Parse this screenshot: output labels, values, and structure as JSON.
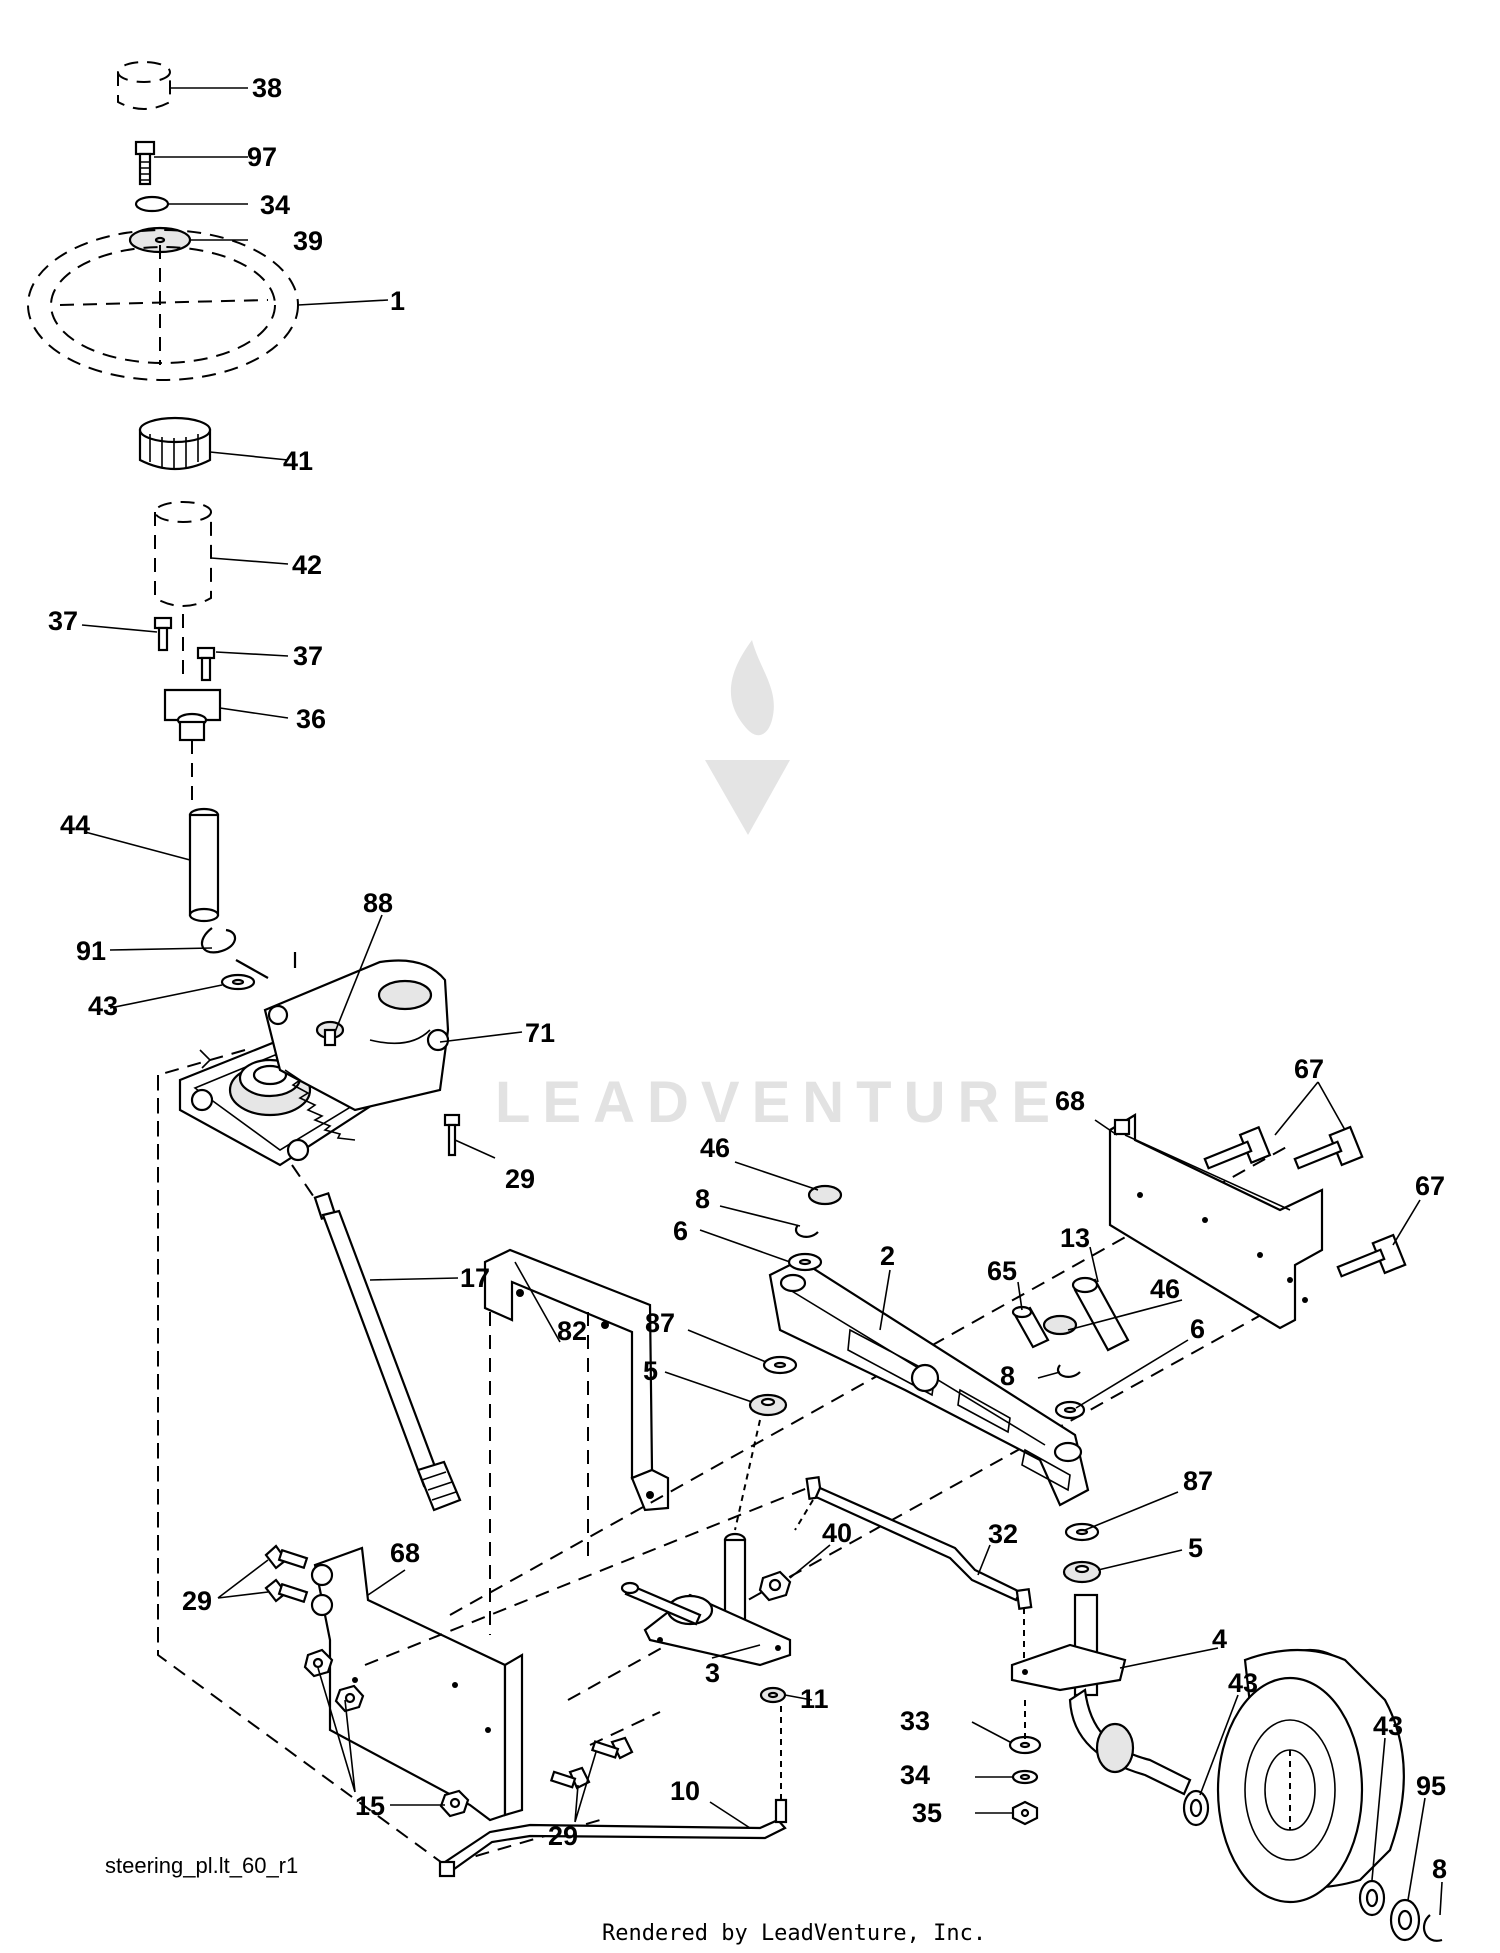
{
  "diagram": {
    "caption": "steering_pl.lt_60_r1",
    "footer": "Rendered by LeadVenture, Inc.",
    "watermark": "LEADVENTURE",
    "callouts": [
      {
        "id": "c38",
        "label": "38"
      },
      {
        "id": "c97",
        "label": "97"
      },
      {
        "id": "c34a",
        "label": "34"
      },
      {
        "id": "c39",
        "label": "39"
      },
      {
        "id": "c1",
        "label": "1"
      },
      {
        "id": "c41",
        "label": "41"
      },
      {
        "id": "c42",
        "label": "42"
      },
      {
        "id": "c37a",
        "label": "37"
      },
      {
        "id": "c37b",
        "label": "37"
      },
      {
        "id": "c36",
        "label": "36"
      },
      {
        "id": "c44",
        "label": "44"
      },
      {
        "id": "c88",
        "label": "88"
      },
      {
        "id": "c91",
        "label": "91"
      },
      {
        "id": "c43a",
        "label": "43"
      },
      {
        "id": "c71",
        "label": "71"
      },
      {
        "id": "c29a",
        "label": "29"
      },
      {
        "id": "c68a",
        "label": "68"
      },
      {
        "id": "c67a",
        "label": "67"
      },
      {
        "id": "c67b",
        "label": "67"
      },
      {
        "id": "c46a",
        "label": "46"
      },
      {
        "id": "c8a",
        "label": "8"
      },
      {
        "id": "c6a",
        "label": "6"
      },
      {
        "id": "c13",
        "label": "13"
      },
      {
        "id": "c2",
        "label": "2"
      },
      {
        "id": "c65",
        "label": "65"
      },
      {
        "id": "c46b",
        "label": "46"
      },
      {
        "id": "c6b",
        "label": "6"
      },
      {
        "id": "c87a",
        "label": "87"
      },
      {
        "id": "c17",
        "label": "17"
      },
      {
        "id": "c82",
        "label": "82"
      },
      {
        "id": "c5a",
        "label": "5"
      },
      {
        "id": "c8b",
        "label": "8"
      },
      {
        "id": "c87b",
        "label": "87"
      },
      {
        "id": "c40",
        "label": "40"
      },
      {
        "id": "c32",
        "label": "32"
      },
      {
        "id": "c5b",
        "label": "5"
      },
      {
        "id": "c68b",
        "label": "68"
      },
      {
        "id": "c29b",
        "label": "29"
      },
      {
        "id": "c3",
        "label": "3"
      },
      {
        "id": "c11",
        "label": "11"
      },
      {
        "id": "c4",
        "label": "4"
      },
      {
        "id": "c43b",
        "label": "43"
      },
      {
        "id": "c33",
        "label": "33"
      },
      {
        "id": "c43c",
        "label": "43"
      },
      {
        "id": "c34b",
        "label": "34"
      },
      {
        "id": "c95",
        "label": "95"
      },
      {
        "id": "c15",
        "label": "15"
      },
      {
        "id": "c35",
        "label": "35"
      },
      {
        "id": "c29c",
        "label": "29"
      },
      {
        "id": "c10",
        "label": "10"
      },
      {
        "id": "c8c",
        "label": "8"
      }
    ]
  }
}
